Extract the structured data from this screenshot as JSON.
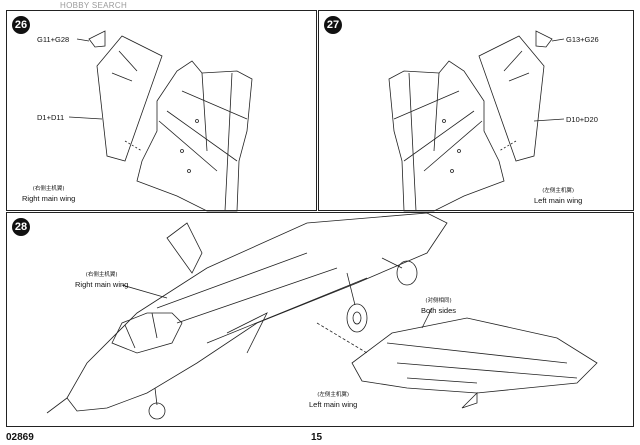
{
  "watermark": "HOBBY SEARCH",
  "steps": {
    "s26": {
      "number": "26",
      "part_a": "G11+G28",
      "part_b": "D1+D11",
      "caption_cn": "(右侧主机翼)",
      "caption_en": "Right main wing"
    },
    "s27": {
      "number": "27",
      "part_a": "G13+G26",
      "part_b": "D10+D20",
      "caption_cn": "(左侧主机翼)",
      "caption_en": "Left main wing"
    },
    "s28": {
      "number": "28",
      "right_cn": "(右侧主机翼)",
      "right_en": "Right main wing",
      "both_cn": "(对侧相同)",
      "both_en": "Both sides",
      "left_cn": "(左侧主机翼)",
      "left_en": "Left main wing"
    }
  },
  "footer": {
    "kit_number": "02869",
    "page_number": "15"
  }
}
